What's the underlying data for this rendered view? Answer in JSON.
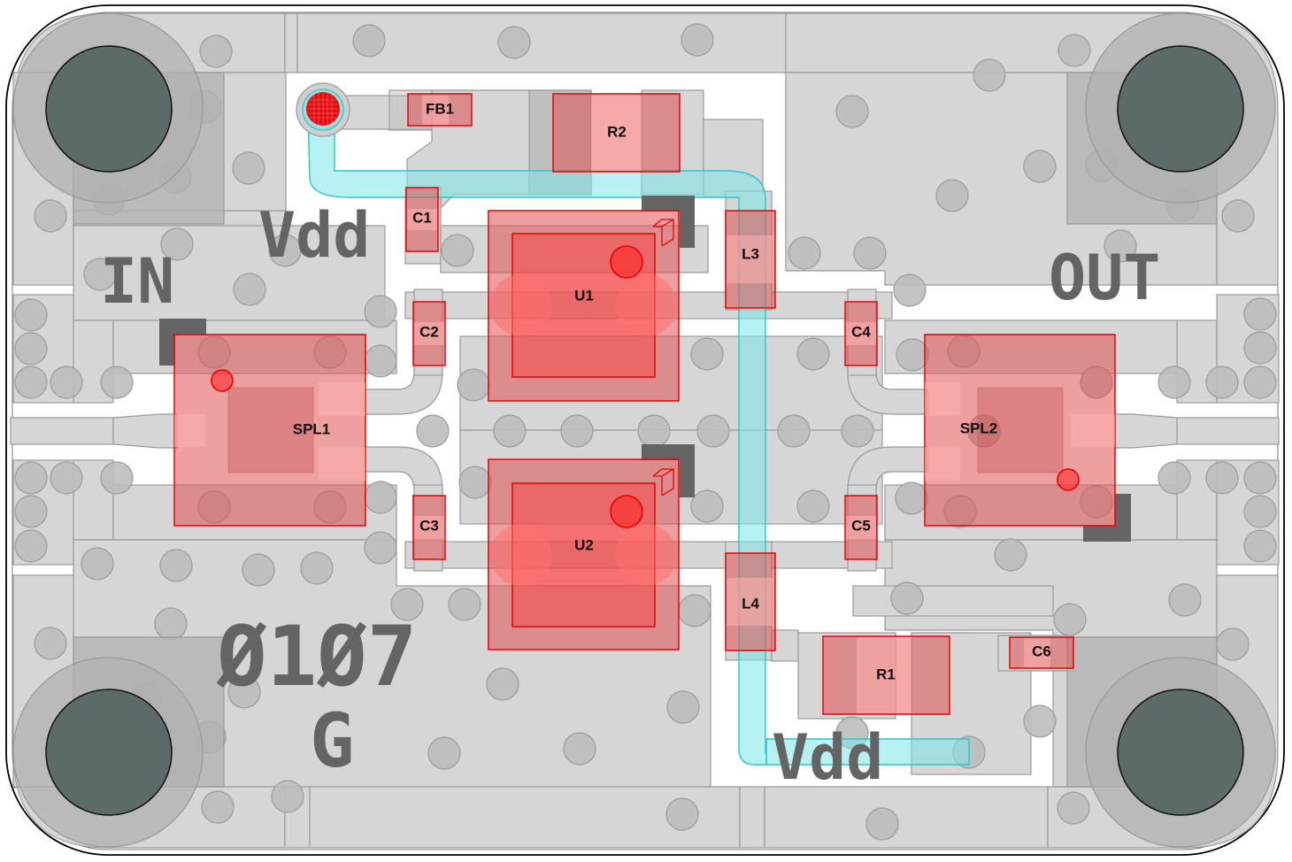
{
  "board": {
    "outline_color": "#000000",
    "copper_color": "#d6d6d6",
    "component_color": "#e05050",
    "trace_color": "#25c9c9"
  },
  "silkscreen": {
    "vdd_top": "Vdd",
    "in": "IN",
    "out": "OUT",
    "part_number": "Ø1Ø7",
    "rev": "G",
    "vdd_bottom": "Vdd"
  },
  "components": {
    "fb1": "FB1",
    "r2": "R2",
    "c1": "C1",
    "u1": "U1",
    "l3": "L3",
    "c2": "C2",
    "c4": "C4",
    "spl1": "SPL1",
    "spl2": "SPL2",
    "c3": "C3",
    "c5": "C5",
    "u2": "U2",
    "l4": "L4",
    "r1": "R1",
    "c6": "C6"
  }
}
